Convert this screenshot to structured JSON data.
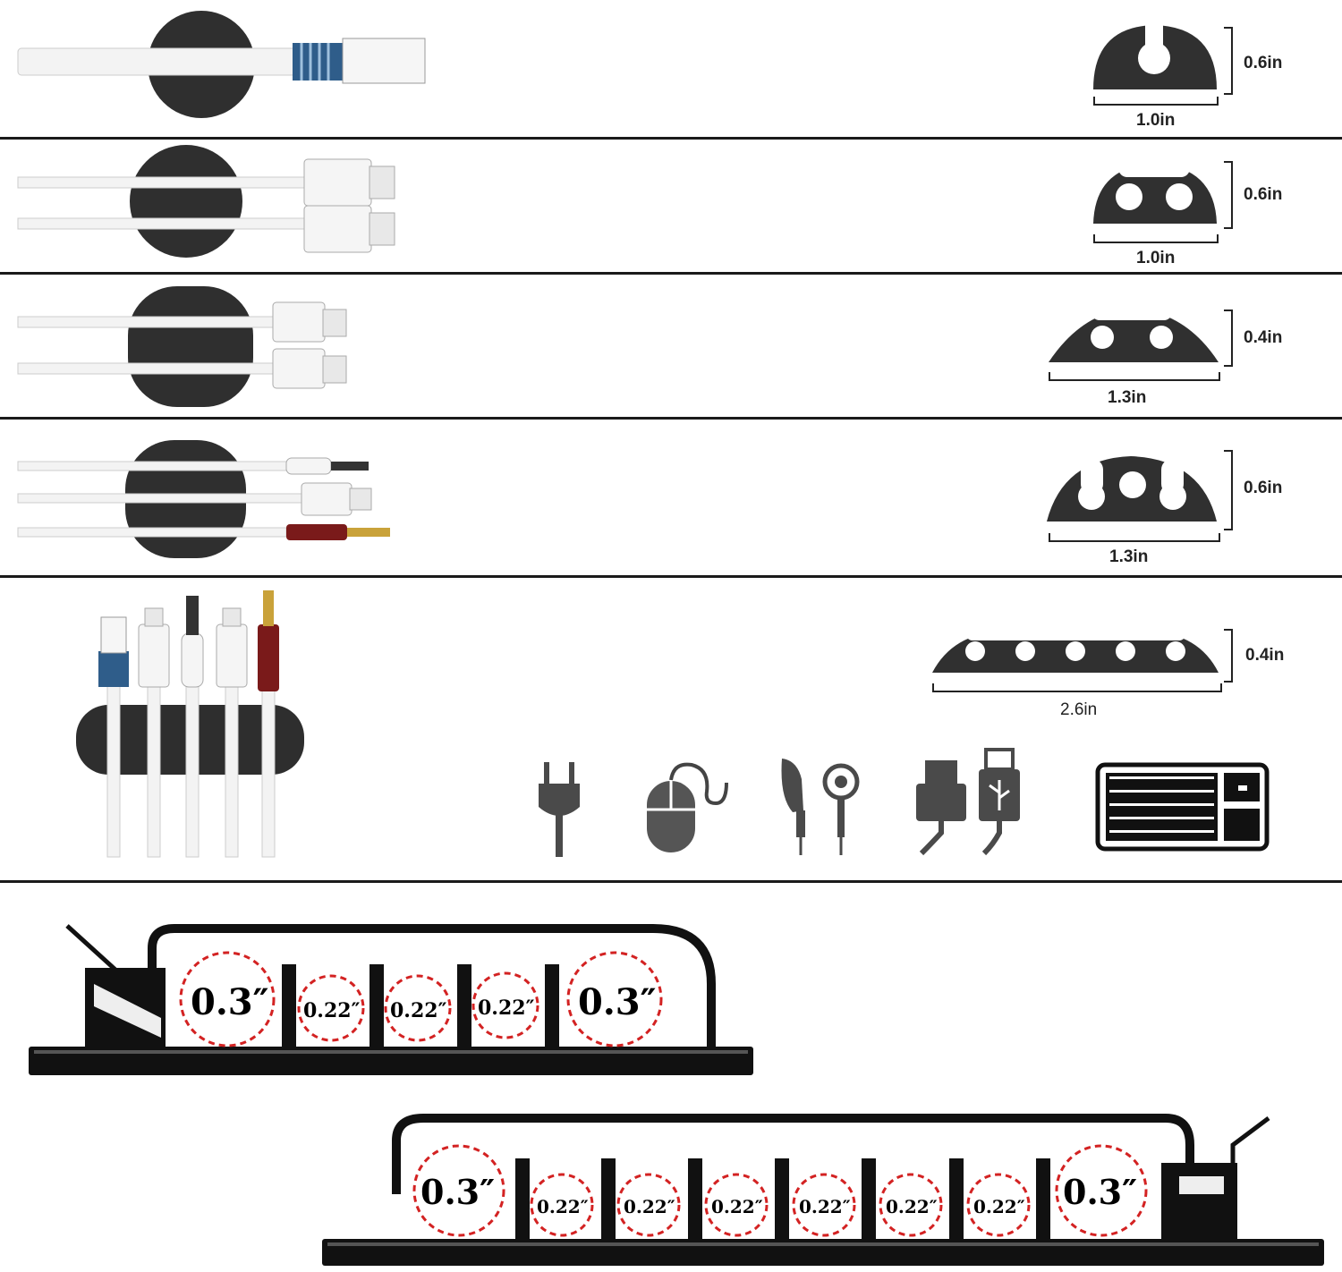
{
  "clips": [
    {
      "height": "0.6in",
      "width": "1.0in"
    },
    {
      "height": "0.6in",
      "width": "1.0in"
    },
    {
      "height": "0.4in",
      "width": "1.3in"
    },
    {
      "height": "0.6in",
      "width": "1.3in"
    },
    {
      "height": "0.4in",
      "width": "2.6in"
    }
  ],
  "devices": [
    "plug-icon",
    "mouse-icon",
    "earphone-icon",
    "usb-icon",
    "keyboard-icon"
  ],
  "organizer_small": {
    "slots": [
      "0.3″",
      "0.22″",
      "0.22″",
      "0.22″",
      "0.3″"
    ]
  },
  "organizer_large": {
    "slots": [
      "0.3″",
      "0.22″",
      "0.22″",
      "0.22″",
      "0.22″",
      "0.22″",
      "0.22″",
      "0.3″"
    ]
  },
  "colors": {
    "clip": "#2e2e2e",
    "cable": "#f2f2f2",
    "dash": "#d32222",
    "separator": "#1a1a1a"
  }
}
